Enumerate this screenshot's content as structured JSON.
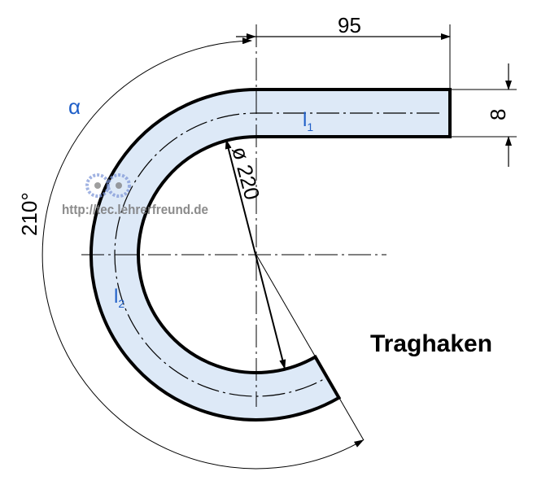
{
  "title": "Traghaken",
  "dimensions": {
    "length_straight": "95",
    "thickness": "8",
    "diameter": "ø 220",
    "angle": "210°"
  },
  "labels": {
    "alpha": "α",
    "l1_letter": "l",
    "l1_sub": "1",
    "l2_letter": "l",
    "l2_sub": "2"
  },
  "watermark": "http://tec.lehrerfreund.de",
  "colors": {
    "fill": "#dde9f7",
    "label": "#1f5fc8",
    "stroke": "#000000"
  }
}
